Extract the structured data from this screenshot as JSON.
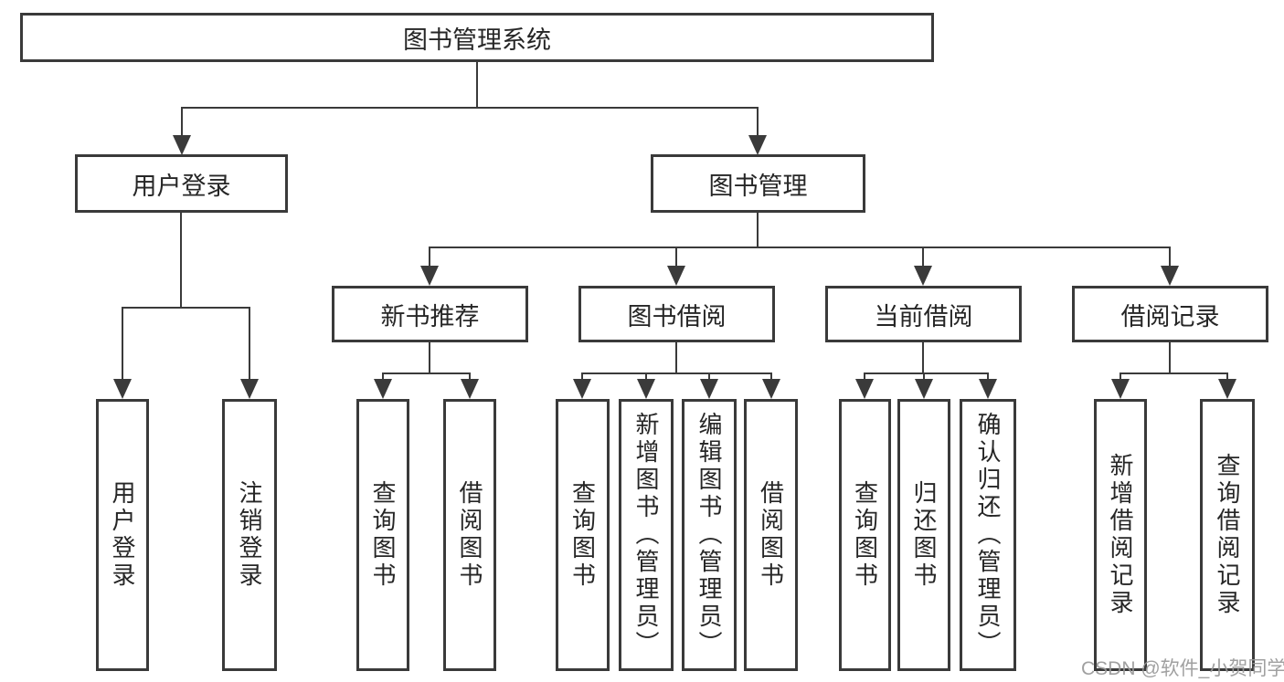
{
  "tree": {
    "label": "图书管理系统",
    "children": [
      {
        "label": "用户登录",
        "children": [
          {
            "label": "用户登录"
          },
          {
            "label": "注销登录"
          }
        ]
      },
      {
        "label": "图书管理",
        "children": [
          {
            "label": "新书推荐",
            "children": [
              {
                "label": "查询图书"
              },
              {
                "label": "借阅图书"
              }
            ]
          },
          {
            "label": "图书借阅",
            "children": [
              {
                "label": "查询图书"
              },
              {
                "label": "新增图书（管理员）"
              },
              {
                "label": "编辑图书（管理员）"
              },
              {
                "label": "借阅图书"
              }
            ]
          },
          {
            "label": "当前借阅",
            "children": [
              {
                "label": "查询图书"
              },
              {
                "label": "归还图书"
              },
              {
                "label": "确认归还（管理员）"
              }
            ]
          },
          {
            "label": "借阅记录",
            "children": [
              {
                "label": "新增借阅记录"
              },
              {
                "label": "查询借阅记录"
              }
            ]
          }
        ]
      }
    ]
  },
  "watermark": {
    "text": "CSDN @软件_小贺同学"
  },
  "colors": {
    "line": "#3a3a3a",
    "text": "#262626",
    "watermark": "#989898",
    "background": "#ffffff"
  }
}
